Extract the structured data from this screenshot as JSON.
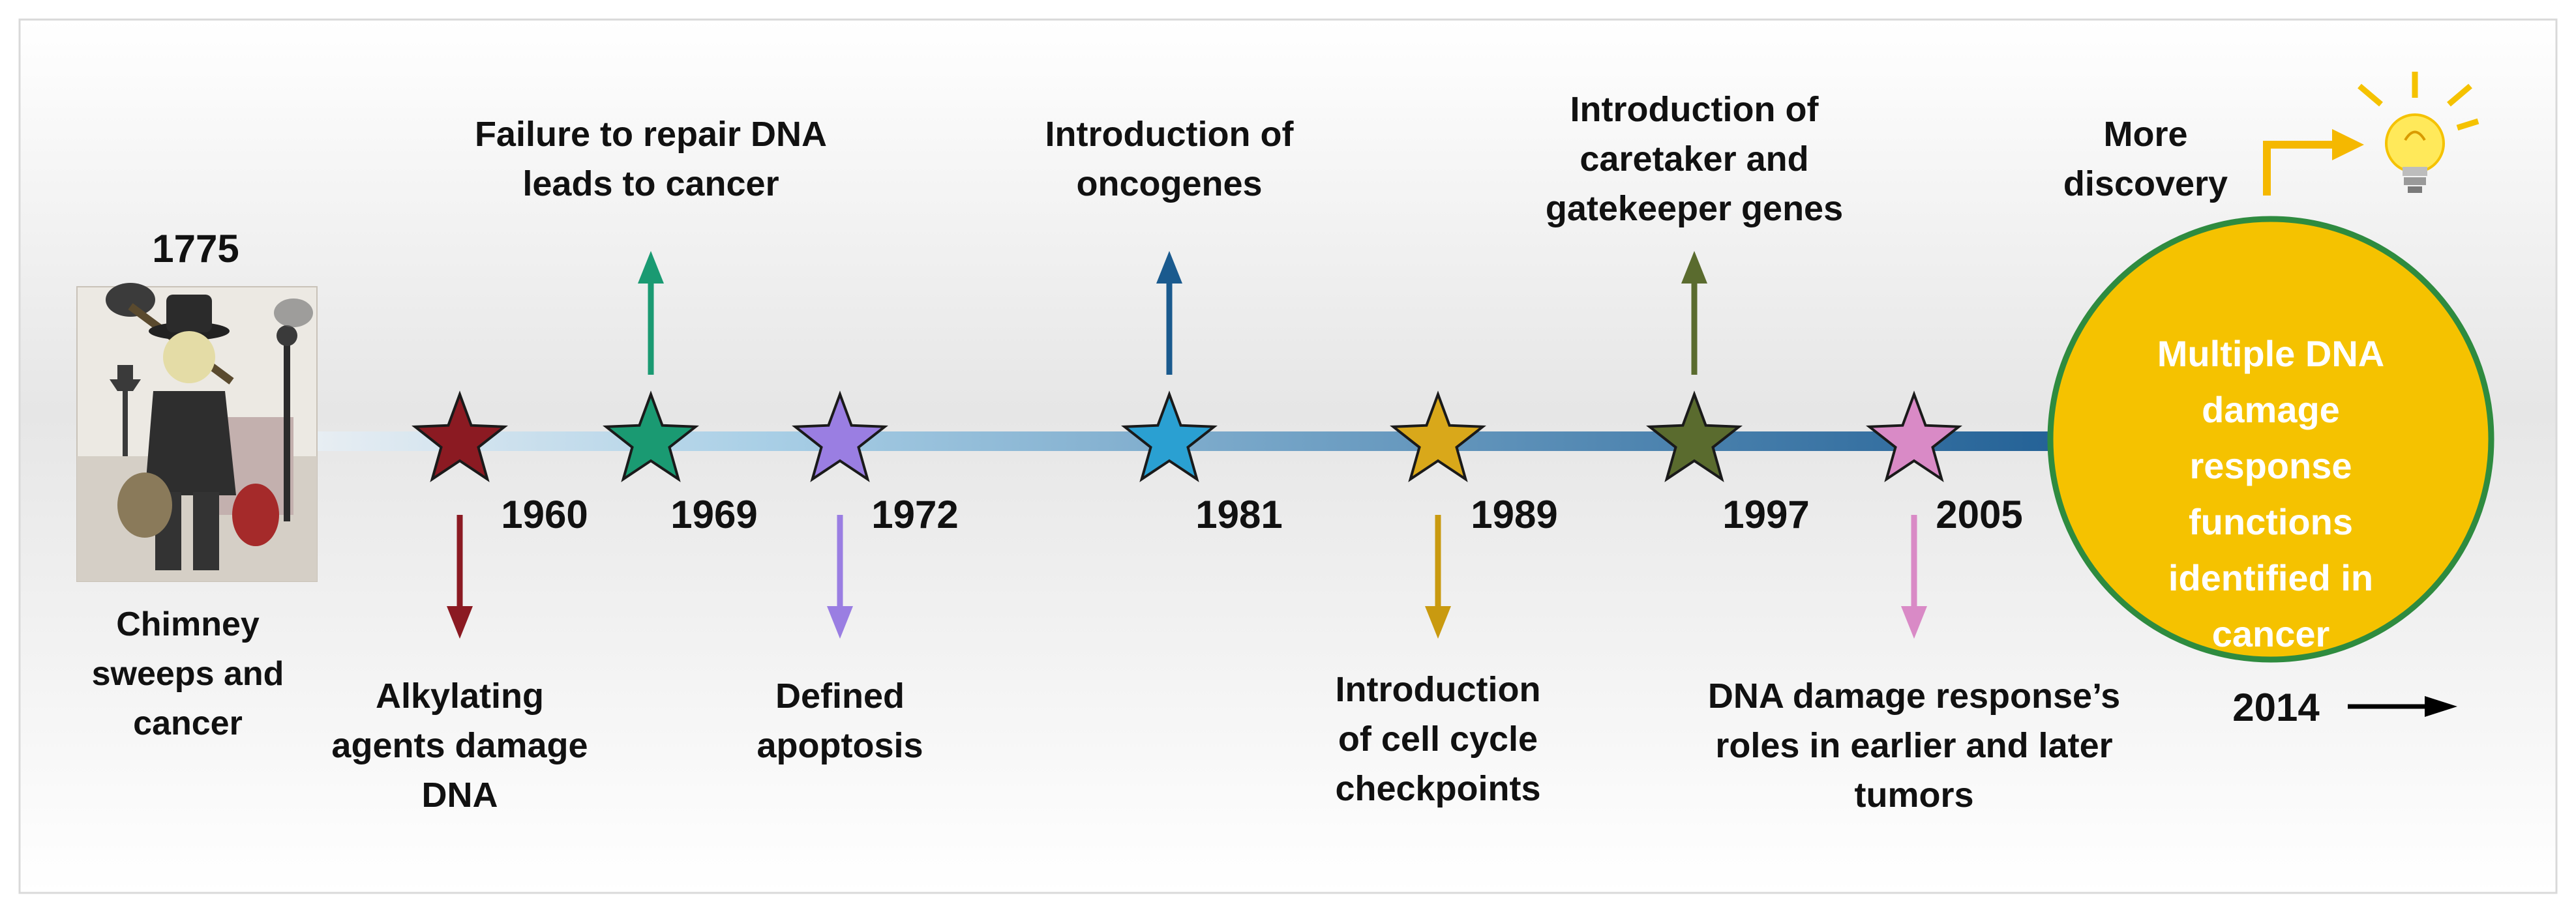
{
  "start": {
    "year": "1775",
    "caption": "Chimney\nsweeps and\ncancer"
  },
  "events": [
    {
      "year": "1960",
      "color": "#8b1a22",
      "label": "Alkylating\nagents damage\nDNA",
      "direction": "down"
    },
    {
      "year": "1969",
      "color": "#1a9a72",
      "label": "Failure to repair DNA\nleads to cancer",
      "direction": "up"
    },
    {
      "year": "1972",
      "color": "#9a7ee2",
      "label": "Defined\napoptosis",
      "direction": "down"
    },
    {
      "year": "1981",
      "color": "#2aa0d2",
      "label": "Introduction of\noncogenes",
      "direction": "up",
      "arrow_color": "#1a5a8e"
    },
    {
      "year": "1989",
      "color": "#d9a81a",
      "label": "Introduction\nof cell cycle\ncheckpoints",
      "direction": "down",
      "arrow_color": "#c99a10"
    },
    {
      "year": "1997",
      "color": "#5a6b2e",
      "label": "Introduction of\ncaretaker and\ngatekeeper genes",
      "direction": "up"
    },
    {
      "year": "2005",
      "color": "#d98ac6",
      "label": "DNA damage response’s\nroles in earlier and later\ntumors",
      "direction": "down"
    }
  ],
  "end": {
    "circle_text": "Multiple DNA\ndamage response\nfunctions\nidentified in\ncancer",
    "circle_color": "#f5c200",
    "year": "2014",
    "more": "More\ndiscovery"
  }
}
